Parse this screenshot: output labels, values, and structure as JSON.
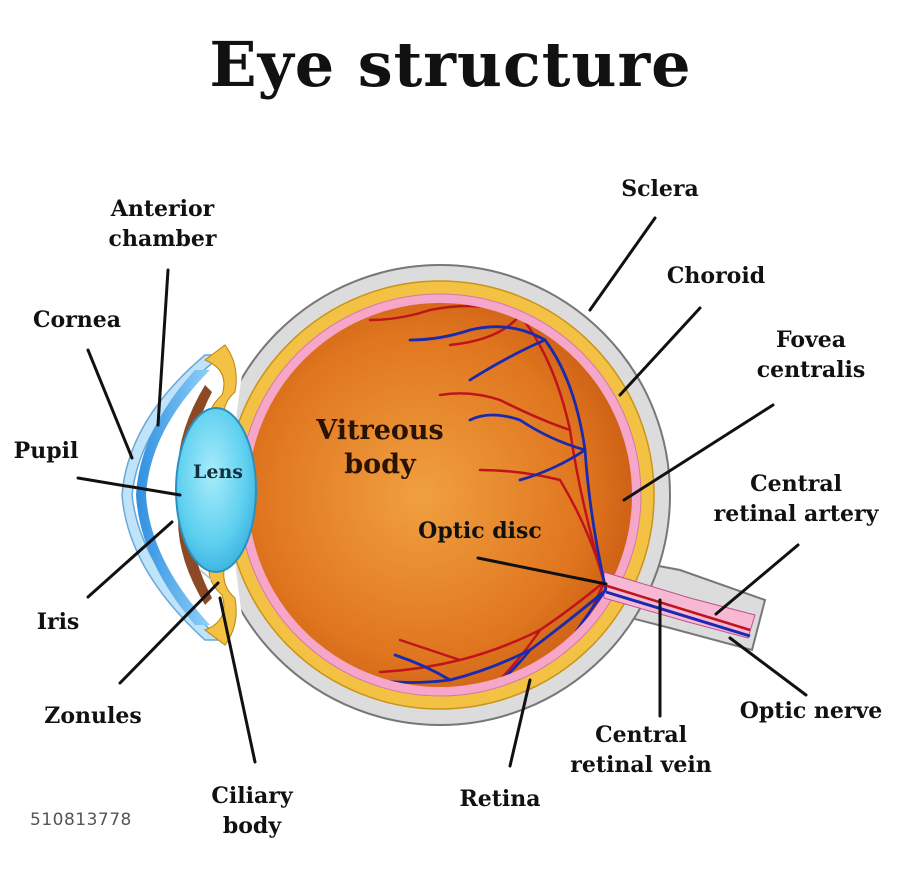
{
  "title": "Eye structure",
  "labels": {
    "anterior_chamber": [
      "Anterior",
      "chamber"
    ],
    "cornea": "Cornea",
    "pupil": "Pupil",
    "iris": "Iris",
    "zonules": "Zonules",
    "ciliary_body": [
      "Ciliary",
      "body"
    ],
    "lens": "Lens",
    "vitreous_body": [
      "Vitreous",
      "body"
    ],
    "optic_disc": "Optic disc",
    "sclera": "Sclera",
    "choroid": "Choroid",
    "fovea_centralis": [
      "Fovea",
      "centralis"
    ],
    "central_retinal_artery": [
      "Central",
      "retinal artery"
    ],
    "optic_nerve": "Optic nerve",
    "central_retinal_vein": [
      "Central",
      "retinal vein"
    ],
    "retina": "Retina"
  },
  "stock_id": "510813778",
  "colors": {
    "sclera": "#dcdcdc",
    "choroid": "#f3c244",
    "retina": "#f6a6c8",
    "vitreous": "#e07a22",
    "lens": "#5fd0f0",
    "cornea": "#5ab0ee",
    "iris": "#8b4a25",
    "artery": "#c0141c",
    "vein": "#1a2ab0"
  }
}
